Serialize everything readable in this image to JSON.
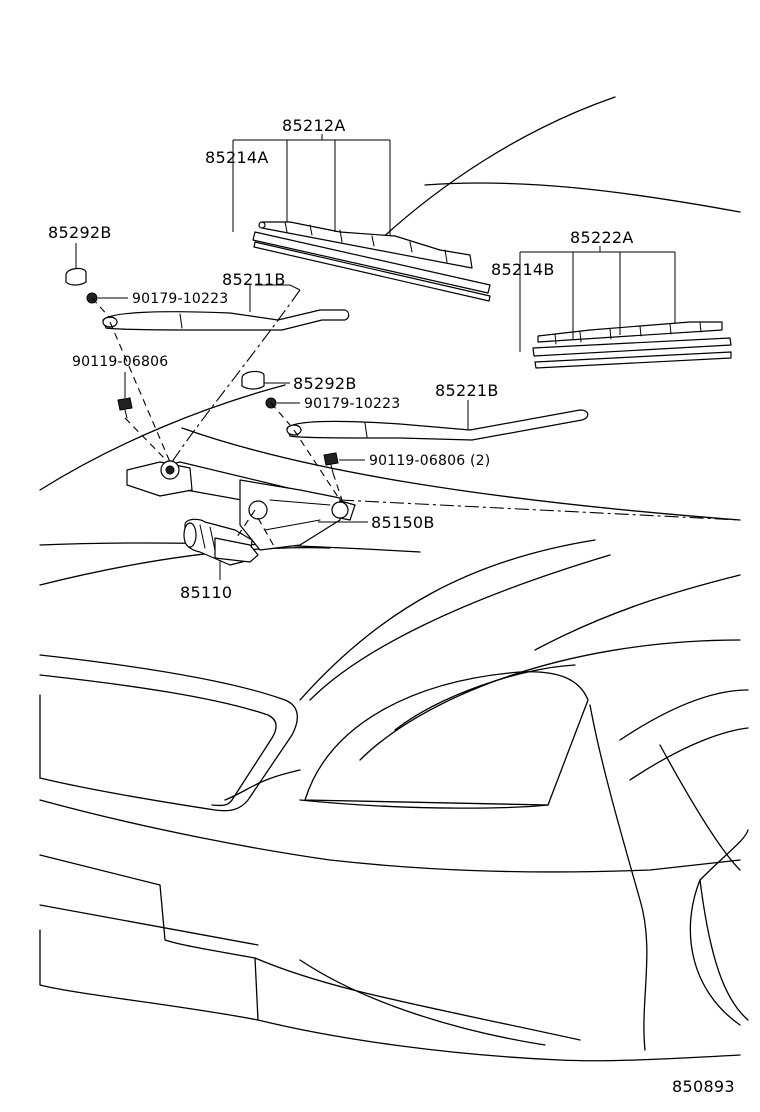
{
  "diagram": {
    "catalog_number": "850893",
    "callouts": {
      "c85212A": "85212A",
      "c85214A": "85214A",
      "c85292B_top": "85292B",
      "c85211B": "85211B",
      "c90179_top": "90179-10223",
      "c90119_left": "90119-06806",
      "c85222A": "85222A",
      "c85214B": "85214B",
      "c85292B_mid": "85292B",
      "c90179_mid": "90179-10223",
      "c85221B": "85221B",
      "c90119_right": "90119-06806 (2)",
      "c85150B": "85150B",
      "c85110": "85110"
    }
  }
}
